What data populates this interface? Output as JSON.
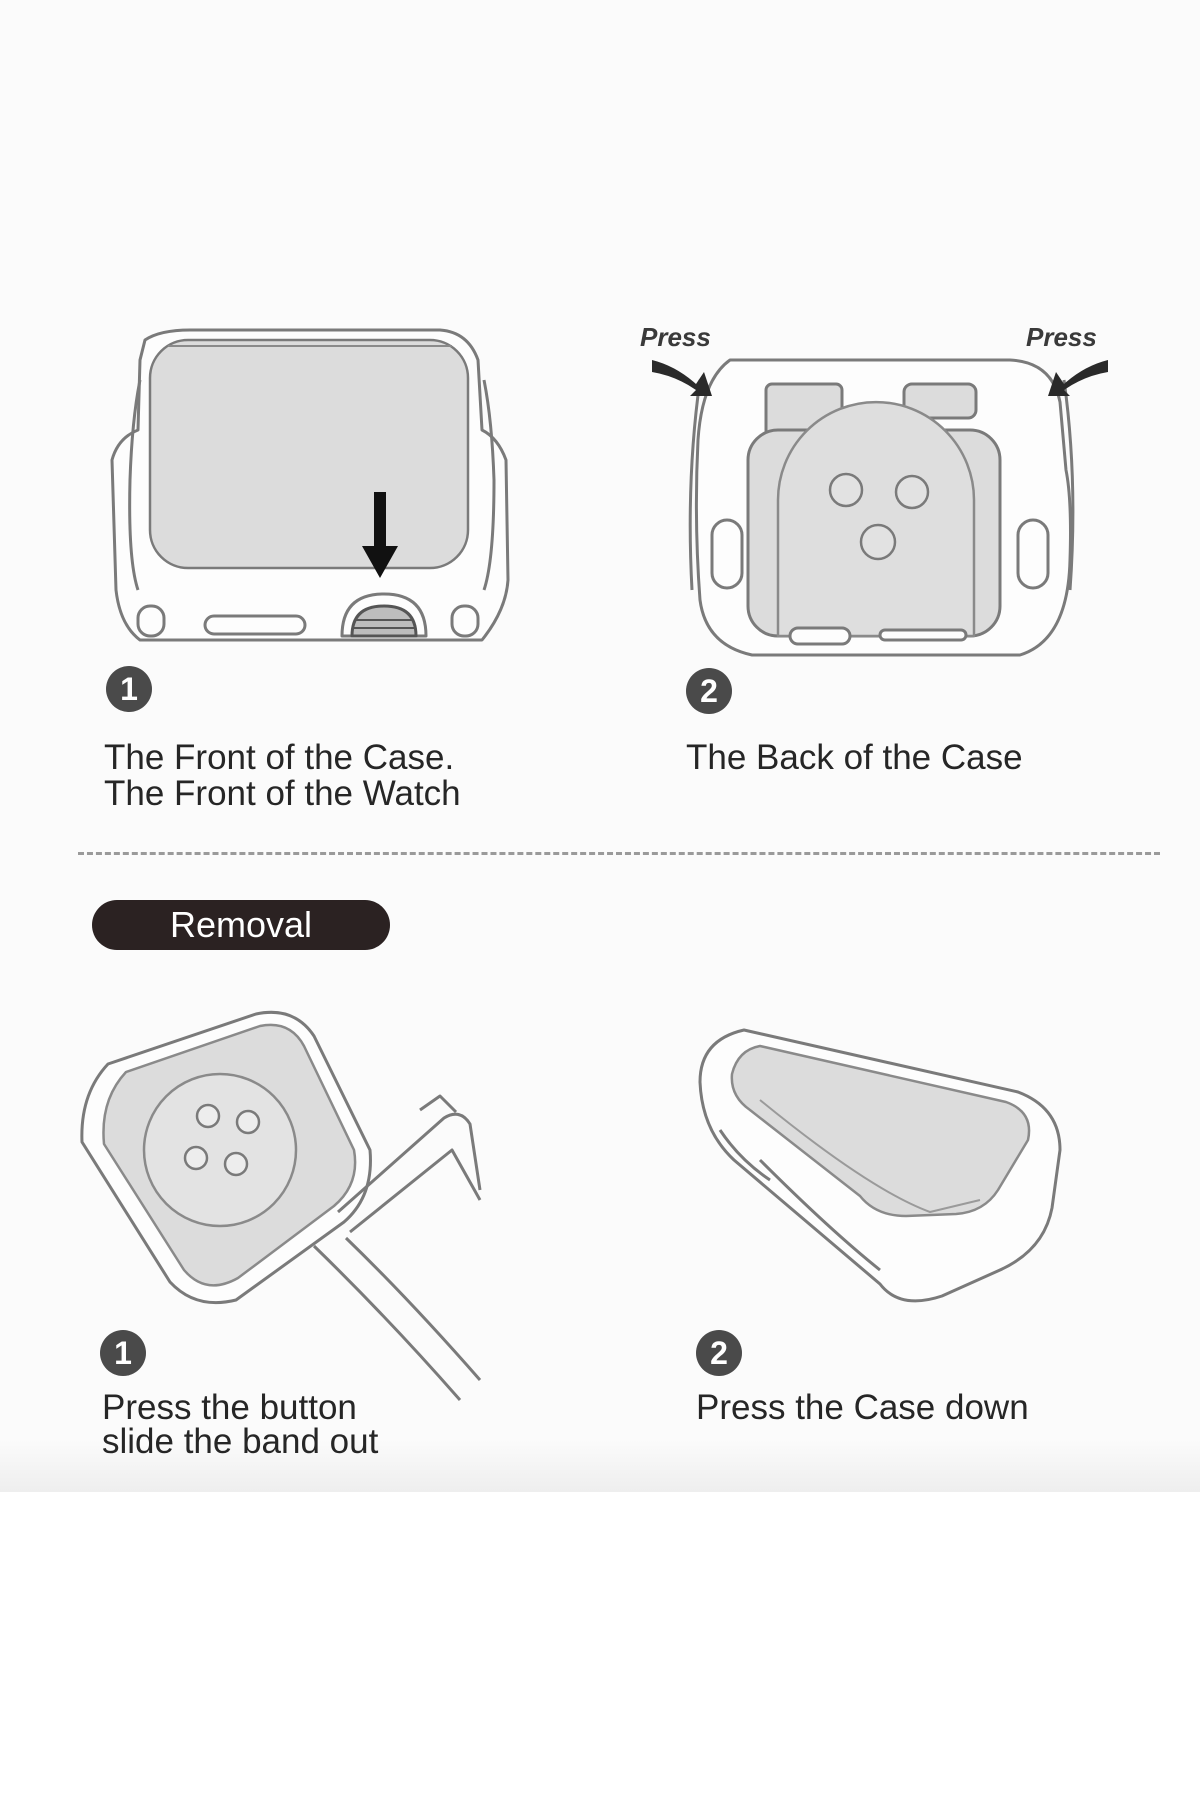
{
  "install": {
    "front": {
      "step": "1",
      "caption_line1": "The Front of the Case.",
      "caption_line2": "The Front of the Watch"
    },
    "back": {
      "step": "2",
      "caption": "The Back of the Case",
      "press_left": "Press",
      "press_right": "Press"
    }
  },
  "removal": {
    "title": "Removal",
    "step1": {
      "step": "1",
      "caption_line1": "Press the button",
      "caption_line2": "slide the band out"
    },
    "step2": {
      "step": "2",
      "caption": "Press the Case down"
    }
  },
  "colors": {
    "line": "#7a7a7a",
    "fill": "#dcdcdc",
    "badge": "#4a4a4a",
    "pill": "#2b2222"
  }
}
